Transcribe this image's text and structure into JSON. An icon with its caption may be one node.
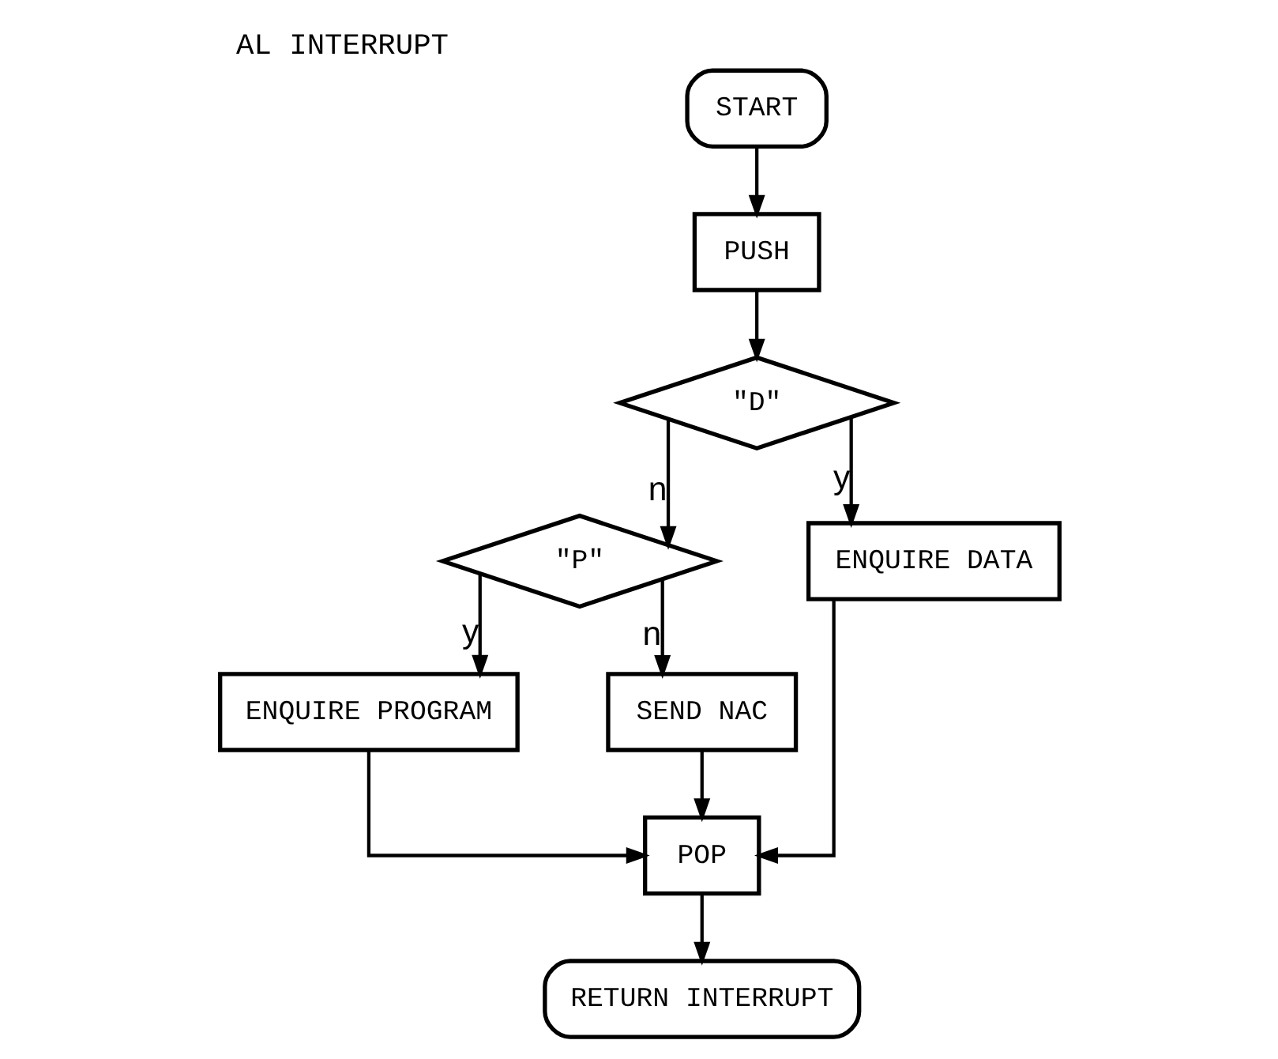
{
  "diagram": {
    "title": "AL INTERRUPT",
    "nodes": [
      {
        "text": [
          "START"
        ]
      },
      {
        "text": [
          "PUSH"
        ]
      },
      {
        "text": [
          "\"D\""
        ]
      },
      {
        "text": [
          "\"P\""
        ]
      },
      {
        "text": [
          "ENQUIRE DATA"
        ]
      },
      {
        "text": [
          "ENQUIRE PROGRAM"
        ]
      },
      {
        "text": [
          "SEND NAC"
        ]
      },
      {
        "text": [
          "POP"
        ]
      },
      {
        "text": [
          "RETURN INTERRUPT"
        ]
      }
    ],
    "edges": [
      {
        "from": 0,
        "to": 1,
        "arrow": "to"
      },
      {
        "from": 1,
        "to": 2,
        "arrow": "to"
      },
      {
        "from": 2,
        "to": 4,
        "arrow": "to",
        "label": "y"
      },
      {
        "from": 2,
        "to": 3,
        "arrow": "to",
        "label": "n"
      },
      {
        "from": 3,
        "to": 5,
        "arrow": "to",
        "label": "y"
      },
      {
        "from": 3,
        "to": 6,
        "arrow": "to",
        "label": "n"
      },
      {
        "from": 5,
        "to": 7,
        "arrow": "to"
      },
      {
        "from": 6,
        "to": 7,
        "arrow": "to"
      },
      {
        "from": 4,
        "to": 7,
        "arrow": "to"
      },
      {
        "from": 7,
        "to": 8,
        "arrow": "to"
      }
    ]
  }
}
